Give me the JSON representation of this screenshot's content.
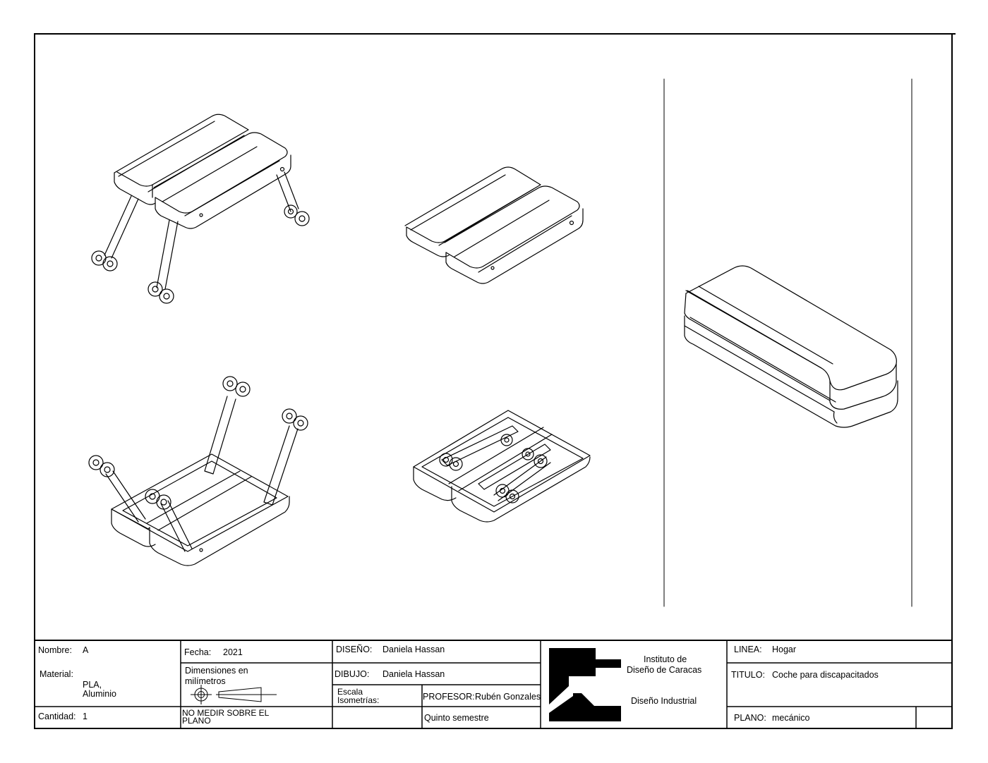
{
  "title_block": {
    "nombre_label": "Nombre:",
    "nombre_value": "A",
    "material_label": "Material:",
    "material_line1": "PLA,",
    "material_line2": "Aluminio",
    "cantidad_label": "Cantidad:",
    "cantidad_value": "1",
    "fecha_label": "Fecha:",
    "fecha_value": "2021",
    "dimensiones_line1": "Dimensiones en",
    "dimensiones_line2": "milímetros",
    "no_medir_line1": "NO MEDIR SOBRE EL",
    "no_medir_line2": "PLANO",
    "diseno_label": "DISEÑO:",
    "diseno_value": "Daniela Hassan",
    "dibujo_label": "DIBUJO:",
    "dibujo_value": "Daniela Hassan",
    "escala_line1": "Escala",
    "escala_line2": "Isometrías:",
    "profesor_label": "PROFESOR:",
    "profesor_value": "Rubén Gonzales",
    "semestre": "Quinto semestre",
    "institute_line1": "Instituto de",
    "institute_line2": "Diseño de Caracas",
    "institute_line3": "Diseño Industrial",
    "linea_label": "LINEA:",
    "linea_value": "Hogar",
    "titulo_label": "TITULO:",
    "titulo_value": "Coche para discapacitados",
    "plano_label": "PLANO:",
    "plano_value": "mecánico"
  }
}
